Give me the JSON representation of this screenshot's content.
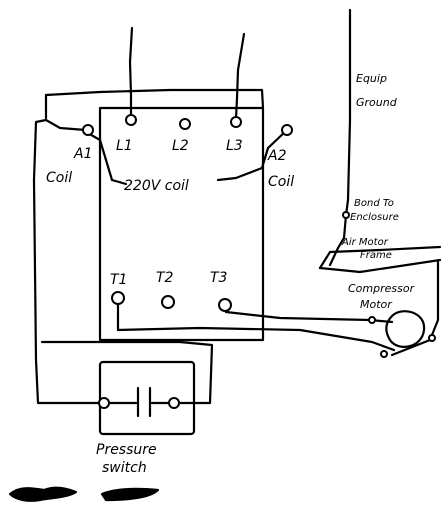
{
  "labels": {
    "l1": "L1",
    "l2": "L2",
    "l3": "L3",
    "a1": "A1",
    "a2": "A2",
    "coil_left": "Coil",
    "coil_right": "Coil",
    "coil_center": "220V coil",
    "t1": "T1",
    "t2": "T2",
    "t3": "T3",
    "equip_ground_1": "Equip",
    "equip_ground_2": "Ground",
    "bond_1": "Bond To",
    "bond_2": "Enclosure",
    "air_motor_1": "Air Motor",
    "air_motor_2": "Frame",
    "compressor_1": "Compressor",
    "compressor_2": "Motor",
    "pressure_1": "Pressure",
    "pressure_2": "switch"
  }
}
